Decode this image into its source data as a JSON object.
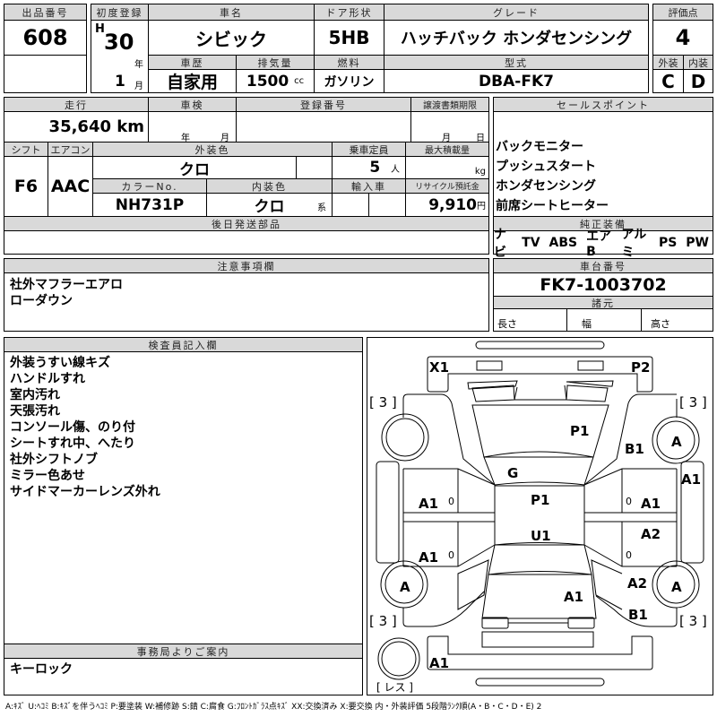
{
  "header": {
    "lot_no_label": "出品番号",
    "lot_no": "608",
    "first_reg_label": "初度登録",
    "era": "H",
    "year": "30",
    "year_unit": "年",
    "month": "1",
    "month_unit": "月",
    "car_name_label": "車名",
    "car_name": "シビック",
    "door_label": "ドア形状",
    "door": "5HB",
    "grade_label": "グレード",
    "grade": "ハッチバック ホンダセンシング",
    "history_label": "車歴",
    "history": "自家用",
    "displacement_label": "排気量",
    "displacement": "1500",
    "displacement_unit": "cc",
    "fuel_label": "燃料",
    "fuel": "ガソリン",
    "model_label": "型式",
    "model": "DBA-FK7",
    "score_label": "評価点",
    "score": "4",
    "exterior_label": "外装",
    "exterior": "C",
    "interior_label": "内装",
    "interior": "D"
  },
  "details": {
    "mileage_label": "走行",
    "mileage": "35,640 km",
    "inspection_label": "車検",
    "inspection_year_unit": "年",
    "inspection_month_unit": "月",
    "reg_no_label": "登録番号",
    "transfer_label": "譲渡書類期限",
    "transfer_month_unit": "月",
    "transfer_day_unit": "日",
    "shift_label": "シフト",
    "shift": "F6",
    "ac_label": "エアコン",
    "ac": "AAC",
    "ext_color_label": "外装色",
    "ext_color": "クロ",
    "capacity_label": "乗車定員",
    "capacity": "5",
    "capacity_unit": "人",
    "max_load_label": "最大積載量",
    "max_load_unit": "kg",
    "color_no_label": "カラーNo.",
    "color_no": "NH731P",
    "int_color_label": "内装色",
    "int_color": "クロ",
    "int_color_unit": "系",
    "import_label": "輸入車",
    "recycle_label": "リサイクル預託金",
    "recycle": "9,910",
    "recycle_unit": "円",
    "later_parts_label": "後日発送部品"
  },
  "sales_points": {
    "label": "セールスポイント",
    "items": [
      "バックモニター",
      "プッシュスタート",
      "ホンダセンシング",
      "前席シートヒーター"
    ]
  },
  "equipment": {
    "label": "純正装備",
    "items": [
      "ナビ",
      "TV",
      "ABS",
      "エアB",
      "アルミ",
      "PS",
      "PW"
    ]
  },
  "notes": {
    "label": "注意事項欄",
    "lines": [
      "社外マフラーエアロ",
      "ローダウン"
    ]
  },
  "chassis": {
    "label": "車台番号",
    "value": "FK7-1003702",
    "spec_label": "諸元",
    "length_label": "長さ",
    "width_label": "幅",
    "height_label": "高さ"
  },
  "inspector": {
    "label": "検査員記入欄",
    "lines": [
      "外装うすい線キズ",
      "ハンドルすれ",
      "室内汚れ",
      "天張汚れ",
      "コンソール傷、のり付",
      "シートすれ中、へたり",
      "社外シフトノブ",
      "ミラー色あせ",
      "サイドマーカーレンズ外れ"
    ]
  },
  "office": {
    "label": "事務局よりご案内",
    "text": "キーロック"
  },
  "diagram": {
    "marks": {
      "x1": "X1",
      "p2": "P2",
      "hood": "P1",
      "b1_front": "B1",
      "tire_rf": "A",
      "rocker_r": "A1",
      "glass": "G",
      "roof": "P1",
      "roof_rear": "U1",
      "door_lf": "A1",
      "door_lr": "A1",
      "door_rf": "A1",
      "door_rr": "A2",
      "tire_lr": "A",
      "quarter_r": "A2",
      "tire_rr": "A",
      "trunk": "A1",
      "b1_rear": "B1",
      "rear_bumper": "A1",
      "zero": "0"
    },
    "tread": "[ 3 ]",
    "spare": "[ レス ]"
  },
  "legend": "A:ｷｽﾞ U:ﾍｺﾐ B:ｷｽﾞを伴うﾍｺﾐ P:要塗装 W:補修跡 S:錆 C:腐食 G:ﾌﾛﾝﾄｶﾞﾗｽ点ｷｽﾞ XX:交換済み X:要交換 内・外装評価 5段階ﾗﾝｸ順(A・B・C・D・E) 2"
}
